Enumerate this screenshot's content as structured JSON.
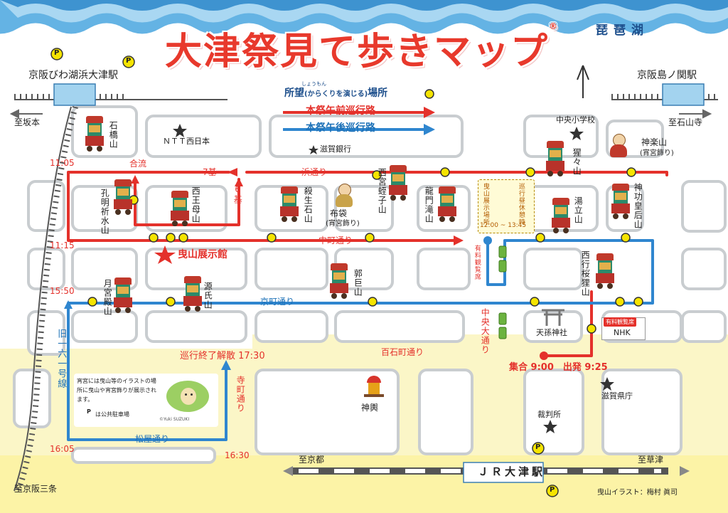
{
  "title": "大津祭見て歩きマップ",
  "registered_mark": "®",
  "lake": "琵琶湖",
  "legend": {
    "shomo_ruby": "しょうもん",
    "shomo_word": "所望",
    "shomo_paren": "(からくりを演じる)",
    "shomo_suffix": "場所",
    "morning": "本祭午前巡行路",
    "afternoon": "本祭午後巡行路",
    "colors": {
      "morning": "#e4312b",
      "afternoon": "#2f86cf",
      "stop": "#f5e400"
    }
  },
  "stations": {
    "keihan_hamaotsu": "京阪びわ湖浜大津駅",
    "keihan_shimanoseki": "京阪島ノ関駅",
    "jr_otsu": "ＪＲ大津駅"
  },
  "directions": {
    "sakamoto": "至坂本",
    "ishiyamadera": "至石山寺",
    "kyoto": "至京都",
    "kusatsu": "至草津",
    "keihan_sanjo": "至京阪三条"
  },
  "landmarks": {
    "ntt": "ＮＴＴ西日本",
    "shiga_bank": "滋賀銀行",
    "chuo_school": "中央小学校",
    "hikiyama_hall": "曳山展示館",
    "tenson": "天孫神社",
    "nhk": "NHK",
    "court": "裁判所",
    "prefecture": "滋賀県庁",
    "mikoshi": "神輿"
  },
  "streets": {
    "hama": "浜通り",
    "nakamachi": "中町通り",
    "kyomachi": "京町通り",
    "hyakkoku": "百石町通り",
    "matsuya": "松屋通り",
    "teramachi": "寺町通り",
    "chuo_odori": "中央大通り",
    "route161": "旧一六一号線"
  },
  "floats": {
    "ishibashi": "石橋山",
    "komei": "孔明祈水山",
    "seiobo": "西王母山",
    "sessho": "殺生石山",
    "nishinomiya": "西宮蛭子山",
    "ryumon": "龍門滝山",
    "shojo": "猩々山",
    "yutate": "湯立山",
    "jingu": "神功皇后山",
    "saigyo": "西行桜狸山",
    "kakkyo": "郭巨山",
    "genji": "源氏山",
    "tsukimiya": "月宮殿山",
    "kagura": "神楽山",
    "kagura_note": "(宵宮飾り)",
    "hotei": "布袋",
    "hotei_note": "(宵宮飾り)"
  },
  "times": {
    "t1105": "11:05",
    "t1115": "11:15",
    "t1550": "15:50",
    "t1605": "16:05",
    "t1630": "16:30",
    "end": "巡行終了解散 17:30",
    "start": "集合 9:00　出発 9:25",
    "rest_time": "12:00 ~ 13:45"
  },
  "route_labels": {
    "goryu": "合流",
    "seven": "7基",
    "six": "6基"
  },
  "rest_area": {
    "display": "曳山展示場所",
    "rest": "巡行昼休憩時"
  },
  "paid_seats": "有料観覧席",
  "paid_seats_nhk": "有料観覧席",
  "note_text": "宵宮には曳山等のイラストの場所に曳山や宵宮飾りが展示されます。",
  "parking_note": "は公共駐車場",
  "parking_mark": "P",
  "copyright": "©Yuki SUZUKI",
  "credit": "曳山イラスト：梅村 眞司"
}
